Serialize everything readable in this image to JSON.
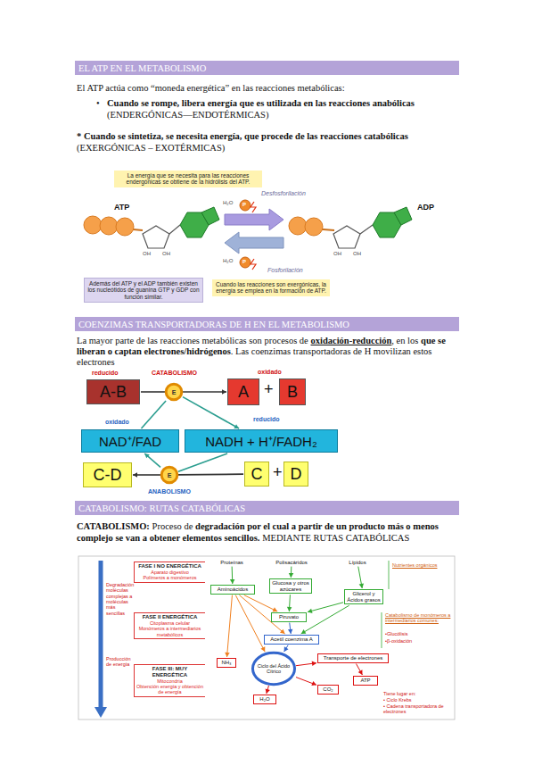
{
  "diagram": {
    "nodes": [
      {
        "text": [
          "EL ATP EN EL METABOLISMO"
        ]
      },
      {
        "text": [
          "La energía que se necesita para las reacciones endergónicas se obtiene de la hidrólisis del ATP."
        ]
      },
      {
        "text": [
          "Además del ATP y el ADP también existen los nucleótidos de guanina GTP y GDP con función similar."
        ]
      },
      {
        "text": [
          "Cuando las reacciones son exergónicas, la energía se emplea en la formación de ATP."
        ]
      },
      {
        "text": [
          "COENZIMAS TRANSPORTADORAS DE H EN EL METABOLISMO"
        ]
      },
      {
        "text": [
          "A-B"
        ]
      },
      {
        "text": [
          "E"
        ]
      },
      {
        "text": [
          "A"
        ]
      },
      {
        "text": [
          "B"
        ]
      },
      {
        "text": [
          "NAD⁺/FAD"
        ]
      },
      {
        "text": [
          "NADH + H⁺/FADH₂"
        ]
      },
      {
        "text": [
          "C-D"
        ]
      },
      {
        "text": [
          "E"
        ]
      },
      {
        "text": [
          "C"
        ]
      },
      {
        "text": [
          "D"
        ]
      },
      {
        "text": [
          "CATABOLISMO: RUTAS CATABÓLICAS"
        ]
      },
      {
        "text": [
          "FASE I NO ENERGÉTICA",
          "Aparato digestivo",
          "Polímeros a monómeros"
        ]
      },
      {
        "text": [
          "FASE II ENERGÉTICA",
          "Citoplasma celular",
          "Monómeros a intermediarios metabólicos"
        ]
      },
      {
        "text": [
          "FASE III: MUY ENERGÉTICA",
          "Mitocondria",
          "Obtención energía y obtención de energía"
        ]
      },
      {
        "text": [
          "Proteínas"
        ]
      },
      {
        "text": [
          "Polisacáridos"
        ]
      },
      {
        "text": [
          "Lípidos"
        ]
      },
      {
        "text": [
          "Aminoácidos"
        ]
      },
      {
        "text": [
          "Glucosa y otros azúcares"
        ]
      },
      {
        "text": [
          "Glicerol y Ácidos grasos"
        ]
      },
      {
        "text": [
          "Piruvato"
        ]
      },
      {
        "text": [
          "Acetil coenzima A"
        ]
      },
      {
        "text": [
          "Ciclo del Ácido Cítrico"
        ]
      },
      {
        "text": [
          "NH₃"
        ]
      },
      {
        "text": [
          "Transporte de electrones"
        ]
      },
      {
        "text": [
          "ATP"
        ]
      },
      {
        "text": [
          "CO₂"
        ]
      },
      {
        "text": [
          "H₂O"
        ]
      }
    ],
    "edges": [
      {
        "from": 5,
        "to": 6,
        "arrow": "none"
      },
      {
        "from": 6,
        "to": 7,
        "arrow": "to"
      },
      {
        "from": 9,
        "to": 6,
        "arrow": "none"
      },
      {
        "from": 6,
        "to": 10,
        "arrow": "to"
      },
      {
        "from": 10,
        "to": 12,
        "arrow": "none"
      },
      {
        "from": 12,
        "to": 9,
        "arrow": "to"
      },
      {
        "from": 13,
        "to": 12,
        "arrow": "none"
      },
      {
        "from": 12,
        "to": 11,
        "arrow": "to"
      },
      {
        "from": 19,
        "to": 22,
        "arrow": "to"
      },
      {
        "from": 20,
        "to": 23,
        "arrow": "to"
      },
      {
        "from": 21,
        "to": 24,
        "arrow": "to"
      },
      {
        "from": 22,
        "to": 28,
        "arrow": "to"
      },
      {
        "from": 22,
        "to": 25,
        "arrow": "to"
      },
      {
        "from": 22,
        "to": 26,
        "arrow": "to"
      },
      {
        "from": 22,
        "to": 27,
        "arrow": "to"
      },
      {
        "from": 23,
        "to": 25,
        "arrow": "to"
      },
      {
        "from": 24,
        "to": 25,
        "arrow": "to"
      },
      {
        "from": 24,
        "to": 26,
        "arrow": "to"
      },
      {
        "from": 25,
        "to": 26,
        "arrow": "to"
      },
      {
        "from": 26,
        "to": 27,
        "arrow": "to"
      },
      {
        "from": 27,
        "to": 29,
        "arrow": "to"
      },
      {
        "from": 29,
        "to": 30,
        "arrow": "to"
      },
      {
        "from": 27,
        "to": 31,
        "arrow": "to"
      },
      {
        "from": 27,
        "to": 32,
        "arrow": "to"
      }
    ],
    "labels": [
      "El ATP actúa como “moneda energética” en las reacciones metabólicas:",
      "•",
      "Cuando se rompe, libera energía que es utilizada en las reacciones anabólicas",
      "(ENDERGÓNICAS—ENDOTÉRMICAS)",
      "* Cuando se sintetiza, se necesita energía, que procede de las reacciones catabólicas",
      "(EXERGÓNICAS – EXOTÉRMICAS)",
      "ATP",
      "ADP",
      "Desfosforilación",
      "Fosforilación",
      "H₂O",
      "H₂O",
      "P",
      "P",
      "OH",
      "OH",
      "OH",
      "OH",
      "La mayor parte de las reacciones metabólicas son procesos de",
      "oxidación-reducción",
      ", en los",
      "que se liberan o captan electrones/hidrógenos",
      ". Las coenzimas transportadoras de H movilizan estos electrones",
      "reducido",
      "CATABOLISMO",
      "oxidado",
      "+",
      "oxidado",
      "reducido",
      "+",
      "ANABOLISMO",
      "CATABOLISMO:",
      "Proceso de",
      "degradación por el cual a partir de un producto más o menos complejo se van a obtener elementos sencillos.",
      "MEDIANTE RUTAS CATABÓLICAS",
      "Degradación moléculas complejas a moléculas más sencillas",
      "Producción de energía",
      "Nutrientes orgánicos",
      "Catabolismo de monómeros a intermediarios comunes:",
      "•Glucólisis",
      "•β-oxidación",
      "Tiene lugar en:",
      "• Ciclo Krebs",
      "• Cadena transportadora de electrones"
    ]
  }
}
